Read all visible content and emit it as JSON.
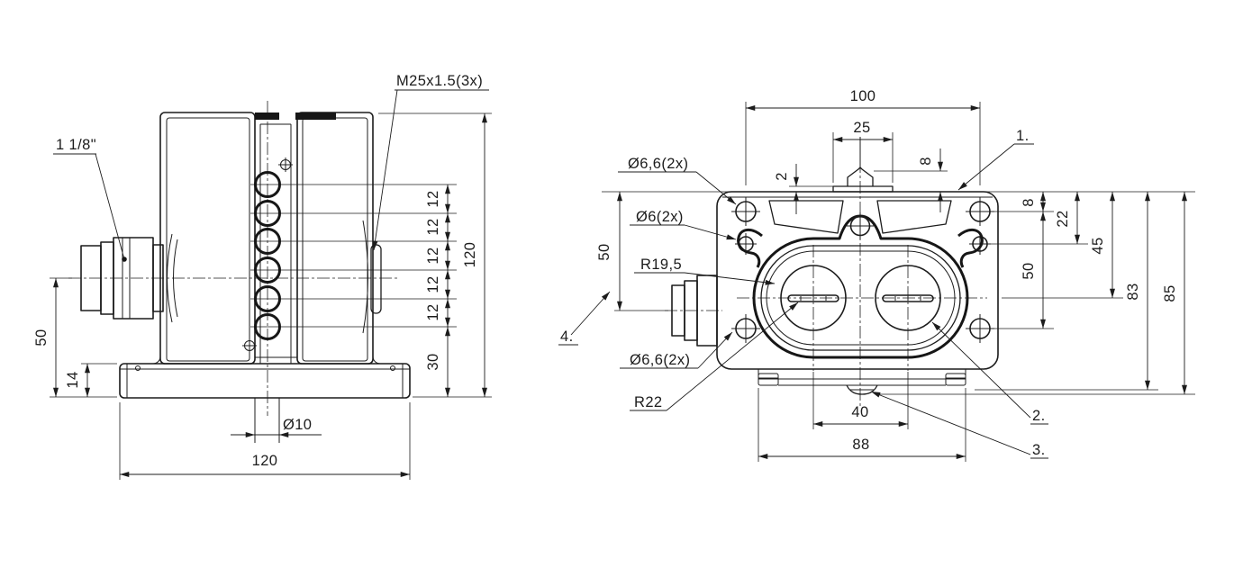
{
  "page": {
    "background": "#ffffff",
    "line_color": "#1c1c1c"
  },
  "front_view": {
    "labels": {
      "connector_size": "1 1/8\"",
      "gland_thread": "M25x1.5(3x)"
    },
    "dims": {
      "pitches": [
        "12",
        "12",
        "12",
        "12",
        "12"
      ],
      "bottom_offset": "30",
      "total_height": "120",
      "connector_center_height": "50",
      "base_thickness": "14",
      "base_hole_diameter": "Ø10",
      "total_width": "120"
    }
  },
  "top_view": {
    "labels": {
      "corner_holes_top": "Ø6,6(2x)",
      "side_holes": "Ø6(2x)",
      "port_radius": "R19,5",
      "corner_holes_bottom": "Ø6,6(2x)",
      "oval_radius": "R22"
    },
    "callouts": {
      "c1": "1.",
      "c2": "2.",
      "c3": "3.",
      "c4": "4."
    },
    "dims": {
      "mount_hole_spacing": "100",
      "cap_width": "25",
      "cap_plate_thickness": "2",
      "cap_height": "8",
      "left_height": "50",
      "port_spacing": "40",
      "body_width": "88",
      "edge_to_hole": "8",
      "edge_to_side_hole": "22",
      "edge_to_port_center": "45",
      "hole_spacing_vertical": "50",
      "body_depth": "83",
      "total_depth": "85"
    }
  }
}
